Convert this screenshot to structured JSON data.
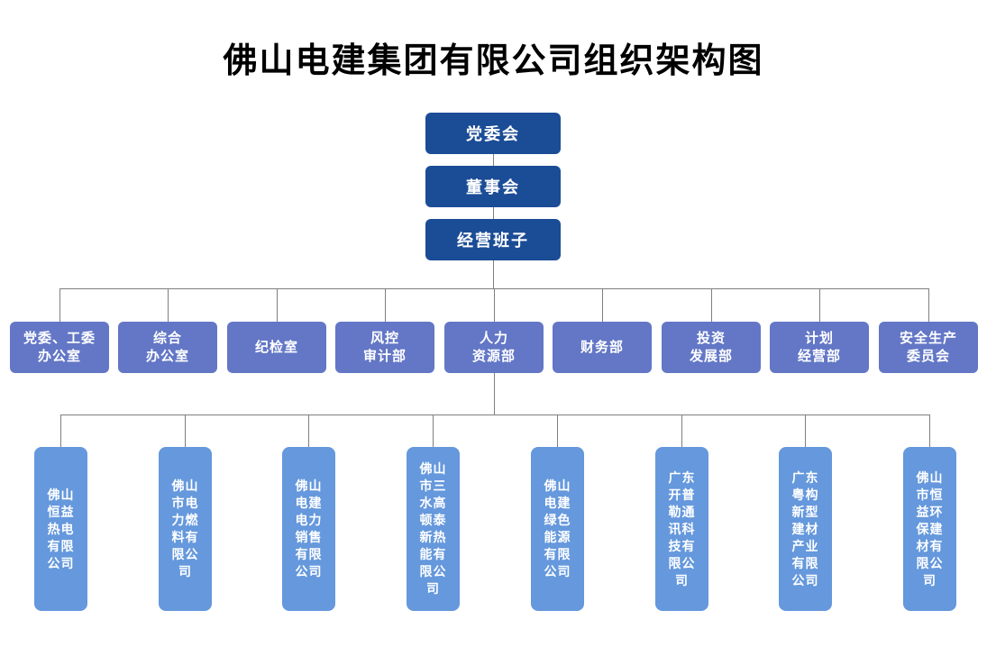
{
  "title": "佛山电建集团有限公司组织架构图",
  "colors": {
    "top_box": "#1B4C96",
    "department_box": "#6377C6",
    "subsidiary_box": "#6598DC",
    "connector": "#7F7F7F",
    "title_text": "#000000",
    "box_text": "#FFFFFF"
  },
  "top_levels": [
    {
      "label": "党委会"
    },
    {
      "label": "董事会"
    },
    {
      "label": "经营班子"
    }
  ],
  "departments": [
    {
      "label": "党委、工委\n办公室"
    },
    {
      "label": "综合\n办公室"
    },
    {
      "label": "纪检室"
    },
    {
      "label": "风控\n审计部"
    },
    {
      "label": "人力\n资源部"
    },
    {
      "label": "财务部"
    },
    {
      "label": "投资\n发展部"
    },
    {
      "label": "计划\n经营部"
    },
    {
      "label": "安全生产\n委员会"
    }
  ],
  "subsidiaries": [
    {
      "name": "佛山恒益热电有限公司"
    },
    {
      "name": "佛山市电力燃料有限公司"
    },
    {
      "name": "佛山电建电力销售有限公司"
    },
    {
      "name": "佛山市三水高顿泰新热能有限公司"
    },
    {
      "name": "佛山电建绿色能源有限公司"
    },
    {
      "name": "广东开普勒通讯科技有限公司"
    },
    {
      "name": "广东粤构新型建材产业有限公司"
    },
    {
      "name": "佛山市恒益环保建材有限公司"
    }
  ]
}
